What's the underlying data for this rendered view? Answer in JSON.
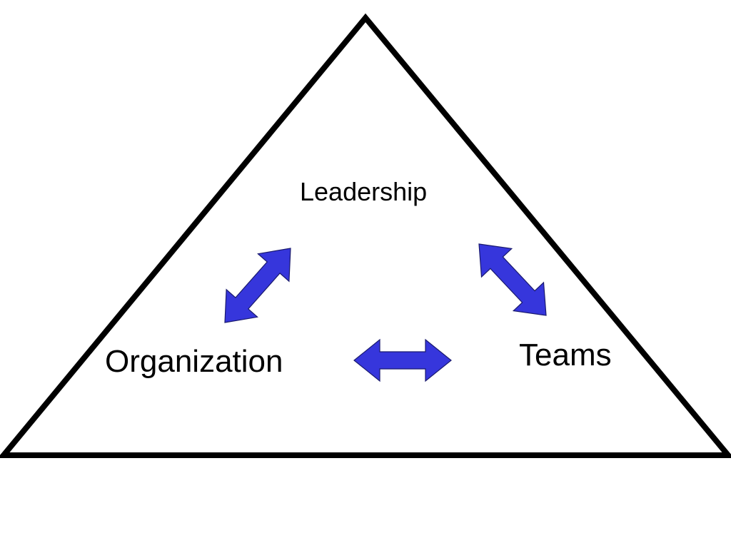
{
  "diagram": {
    "nodes": {
      "top": "Leadership",
      "left": "Organization",
      "right": "Teams"
    },
    "edges": [
      {
        "from": "Leadership",
        "to": "Organization",
        "type": "bidirectional"
      },
      {
        "from": "Leadership",
        "to": "Teams",
        "type": "bidirectional"
      },
      {
        "from": "Organization",
        "to": "Teams",
        "type": "bidirectional"
      }
    ]
  },
  "colors": {
    "arrow_fill": "#3636dc",
    "arrow_stroke": "#1a1a6e",
    "outline": "#000000",
    "background": "#ffffff"
  }
}
